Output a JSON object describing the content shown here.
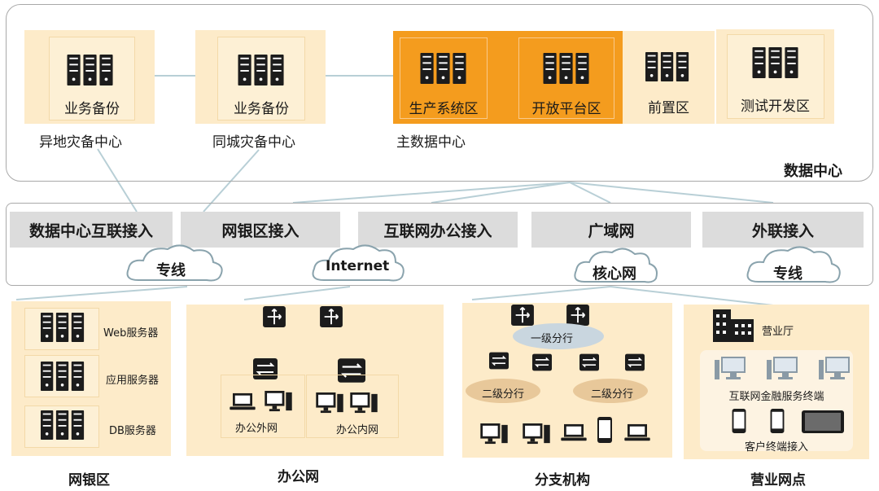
{
  "datacenter": {
    "title": "数据中心",
    "remote_backup": {
      "box_label": "业务备份",
      "caption": "异地灾备中心"
    },
    "city_backup": {
      "box_label": "业务备份",
      "caption": "同城灾备中心"
    },
    "main_dc_caption": "主数据中心",
    "zones": [
      "生产系统区",
      "开放平台区",
      "前置区",
      "测试开发区"
    ]
  },
  "access": {
    "boxes": [
      "数据中心互联接入",
      "网银区接入",
      "互联网办公接入",
      "广域网",
      "外联接入"
    ],
    "clouds": [
      "专线",
      "Internet",
      "核心网",
      "专线"
    ]
  },
  "bottom": {
    "ebank": {
      "title": "网银区",
      "servers": [
        "Web服务器",
        "应用服务器",
        "DB服务器"
      ]
    },
    "office": {
      "title": "办公网",
      "nets": [
        "办公外网",
        "办公内网"
      ]
    },
    "branch": {
      "title": "分支机构",
      "level1": "一级分行",
      "level2": [
        "二级分行",
        "二级分行"
      ]
    },
    "outlet": {
      "title": "营业网点",
      "hall": "营业厅",
      "terminals": "互联网金融服务终端",
      "client": "客户终端接入"
    }
  },
  "colors": {
    "orange": "#f49c1e",
    "pale": "#fdebc9",
    "grey_box": "#dcdcdc",
    "frame": "#a9a9a9",
    "line": "#b8cfd6"
  }
}
